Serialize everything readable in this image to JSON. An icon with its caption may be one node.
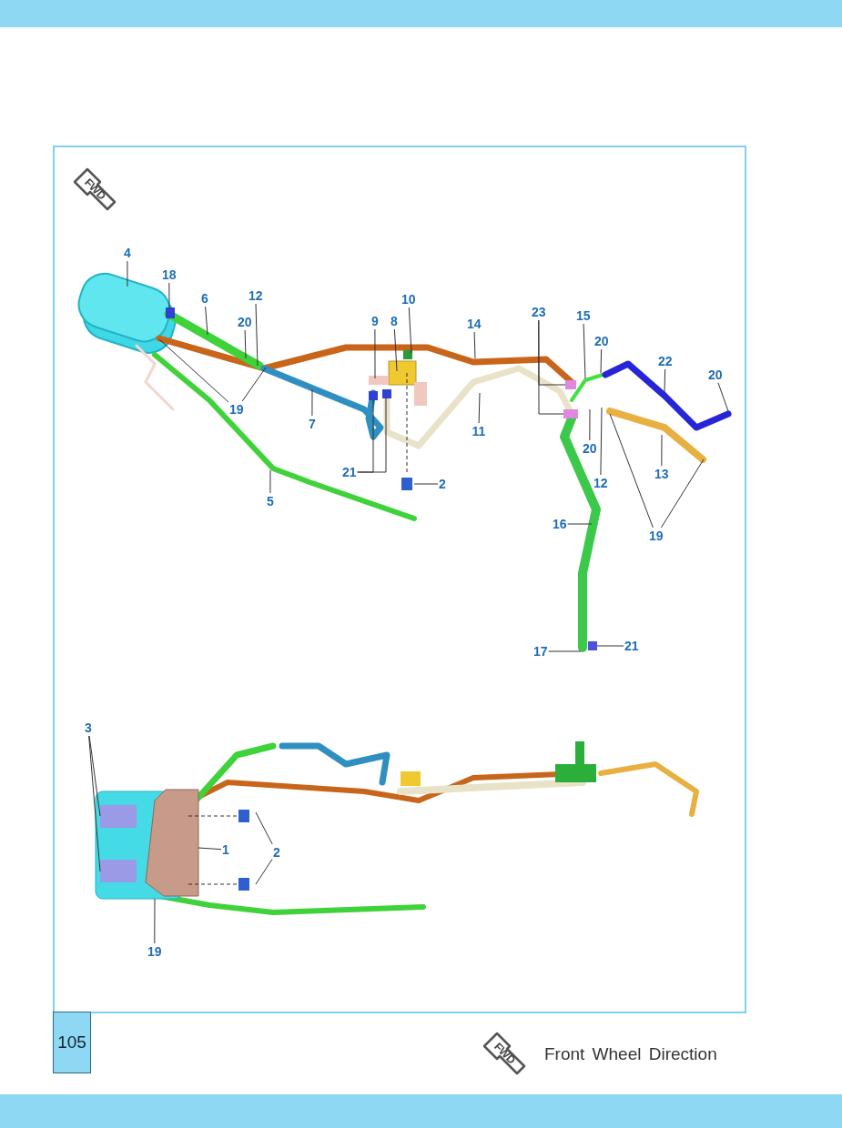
{
  "diagram": {
    "nodes": [
      {
        "text": [
          "4"
        ]
      },
      {
        "text": [
          "18"
        ]
      },
      {
        "text": [
          "6"
        ]
      },
      {
        "text": [
          "12"
        ]
      },
      {
        "text": [
          "20"
        ]
      },
      {
        "text": [
          "10"
        ]
      },
      {
        "text": [
          "9"
        ]
      },
      {
        "text": [
          "8"
        ]
      },
      {
        "text": [
          "14"
        ]
      },
      {
        "text": [
          "23"
        ]
      },
      {
        "text": [
          "15"
        ]
      },
      {
        "text": [
          "20"
        ]
      },
      {
        "text": [
          "22"
        ]
      },
      {
        "text": [
          "20"
        ]
      },
      {
        "text": [
          "19"
        ]
      },
      {
        "text": [
          "7"
        ]
      },
      {
        "text": [
          "11"
        ]
      },
      {
        "text": [
          "20"
        ]
      },
      {
        "text": [
          "12"
        ]
      },
      {
        "text": [
          "13"
        ]
      },
      {
        "text": [
          "21"
        ]
      },
      {
        "text": [
          "2"
        ]
      },
      {
        "text": [
          "5"
        ]
      },
      {
        "text": [
          "16"
        ]
      },
      {
        "text": [
          "19"
        ]
      },
      {
        "text": [
          "17"
        ]
      },
      {
        "text": [
          "21"
        ]
      },
      {
        "text": [
          "3"
        ]
      },
      {
        "text": [
          "1"
        ]
      },
      {
        "text": [
          "2"
        ]
      },
      {
        "text": [
          "19"
        ]
      }
    ],
    "edges": [
      {
        "from": 0,
        "to": null,
        "arrow": "none"
      },
      {
        "from": 1,
        "to": null,
        "arrow": "none"
      },
      {
        "from": 2,
        "to": null,
        "arrow": "none"
      },
      {
        "from": 3,
        "to": null,
        "arrow": "none"
      },
      {
        "from": 4,
        "to": null,
        "arrow": "none"
      },
      {
        "from": 5,
        "to": null,
        "arrow": "none"
      },
      {
        "from": 6,
        "to": null,
        "arrow": "none"
      },
      {
        "from": 7,
        "to": null,
        "arrow": "none"
      },
      {
        "from": 8,
        "to": null,
        "arrow": "none"
      },
      {
        "from": 9,
        "to": null,
        "arrow": "none"
      },
      {
        "from": 9,
        "to": null,
        "arrow": "none"
      },
      {
        "from": 10,
        "to": null,
        "arrow": "none"
      },
      {
        "from": 11,
        "to": null,
        "arrow": "none"
      },
      {
        "from": 12,
        "to": null,
        "arrow": "none"
      },
      {
        "from": 13,
        "to": null,
        "arrow": "none"
      },
      {
        "from": 14,
        "to": null,
        "arrow": "none"
      },
      {
        "from": 14,
        "to": null,
        "arrow": "none"
      },
      {
        "from": 15,
        "to": null,
        "arrow": "none"
      },
      {
        "from": 16,
        "to": null,
        "arrow": "none"
      },
      {
        "from": 17,
        "to": null,
        "arrow": "none"
      },
      {
        "from": 18,
        "to": null,
        "arrow": "none"
      },
      {
        "from": 19,
        "to": null,
        "arrow": "none"
      },
      {
        "from": 20,
        "to": null,
        "arrow": "none"
      },
      {
        "from": 20,
        "to": null,
        "arrow": "none"
      },
      {
        "from": 21,
        "to": null,
        "arrow": "none"
      },
      {
        "from": 22,
        "to": null,
        "arrow": "none"
      },
      {
        "from": 23,
        "to": null,
        "arrow": "none"
      },
      {
        "from": 24,
        "to": null,
        "arrow": "none"
      },
      {
        "from": 24,
        "to": null,
        "arrow": "none"
      },
      {
        "from": 25,
        "to": null,
        "arrow": "none"
      },
      {
        "from": 26,
        "to": null,
        "arrow": "none"
      },
      {
        "from": 27,
        "to": null,
        "arrow": "none"
      },
      {
        "from": 27,
        "to": null,
        "arrow": "none"
      },
      {
        "from": 28,
        "to": null,
        "arrow": "none"
      },
      {
        "from": 29,
        "to": null,
        "arrow": "none"
      },
      {
        "from": 29,
        "to": null,
        "arrow": "none"
      },
      {
        "from": 30,
        "to": null,
        "arrow": "none"
      }
    ],
    "labels": [
      "FWD",
      "105",
      "FWD",
      "Front Wheel Direction"
    ]
  }
}
